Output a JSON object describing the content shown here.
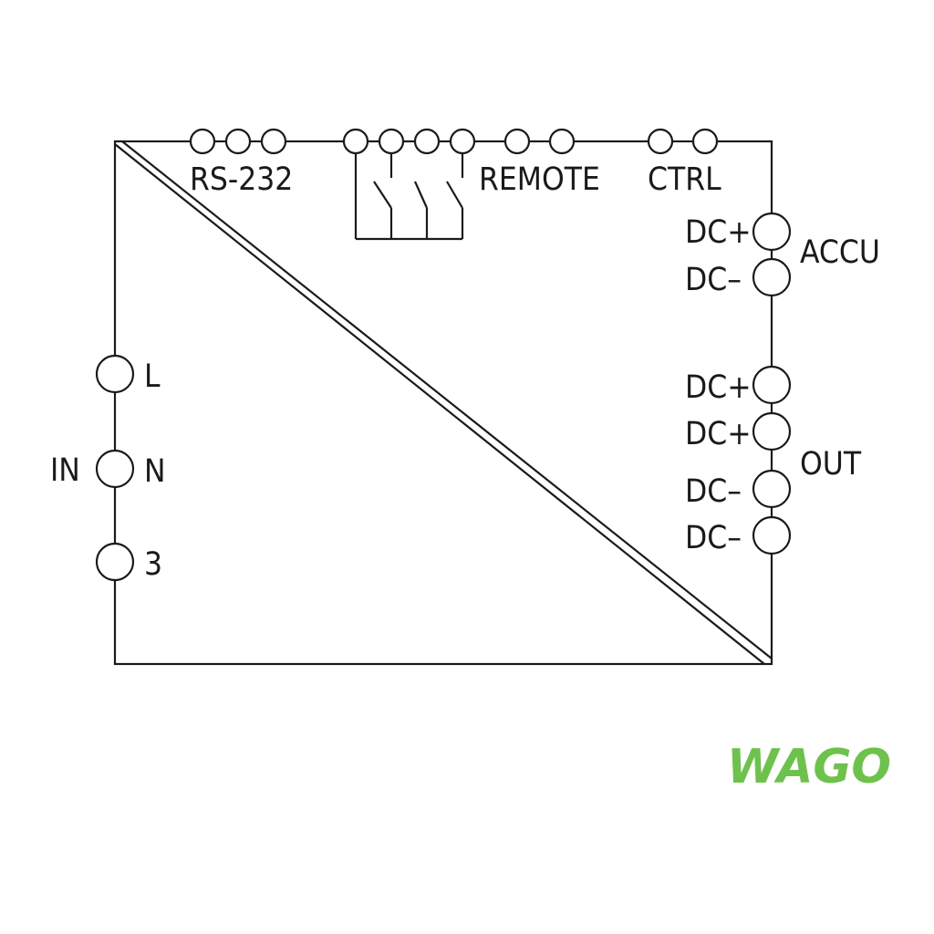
{
  "labels": {
    "rs232": "RS-232",
    "remote": "REMOTE",
    "ctrl": "CTRL",
    "accu": "ACCU",
    "out": "OUT",
    "in": "IN",
    "l": "L",
    "n": "N",
    "three": "3",
    "accu_dc_plus": "DC+",
    "accu_dc_minus": "DC–",
    "out_dc_plus_1": "DC+",
    "out_dc_plus_2": "DC+",
    "out_dc_minus_1": "DC–",
    "out_dc_minus_2": "DC–"
  },
  "logo": {
    "text": "WAGO",
    "color": "#6cc24a"
  },
  "colors": {
    "line": "#1a1a1a",
    "background": "#ffffff"
  }
}
